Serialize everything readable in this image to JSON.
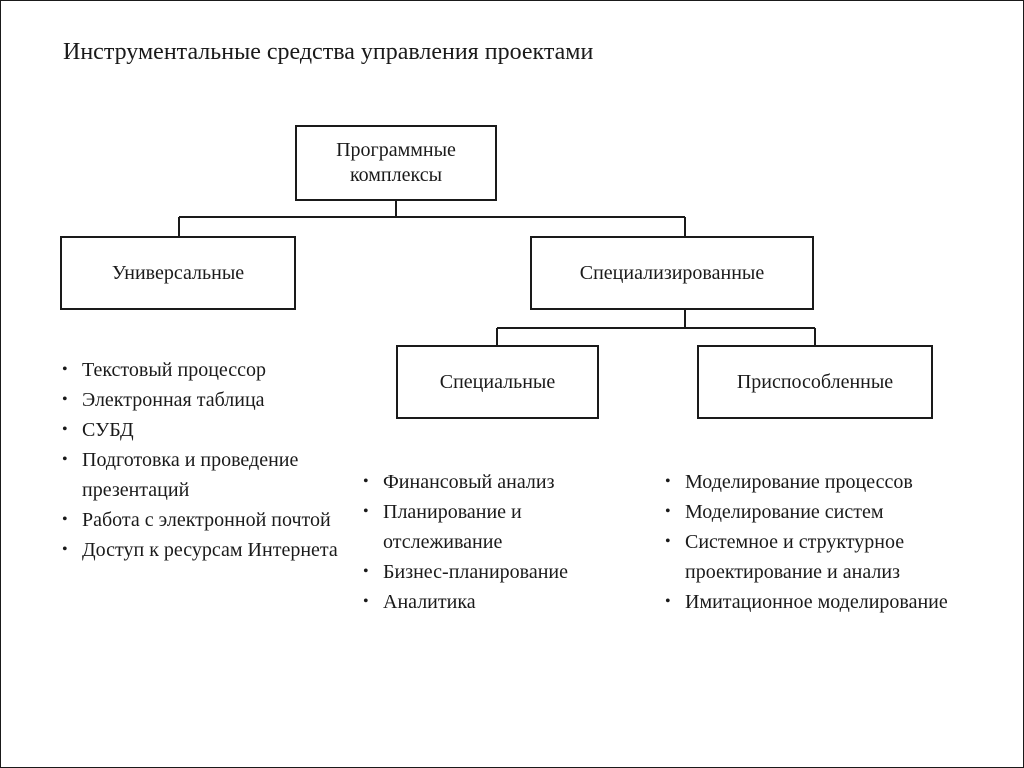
{
  "title": "Инструментальные средства управления проектами",
  "root": {
    "line1": "Программные",
    "line2": "комплексы"
  },
  "universal": {
    "label": "Универсальные",
    "items": [
      "Текстовый процессор",
      "Электронная таблица",
      "СУБД",
      "Подготовка и проведение презентаций",
      "Работа с электронной почтой",
      "Доступ к ресурсам Интернета"
    ]
  },
  "specialized": {
    "label": "Специализированные"
  },
  "special": {
    "label": "Специальные",
    "items": [
      "Финансовый анализ",
      "Планирование и отслеживание",
      "Бизнес-планирование",
      "Аналитика"
    ]
  },
  "adapted": {
    "label": "Приспособленные",
    "items": [
      "Моделирование процессов",
      "Моделирование систем",
      "Системное и структурное проектирование и анализ",
      "Имитационное моделирование"
    ]
  }
}
